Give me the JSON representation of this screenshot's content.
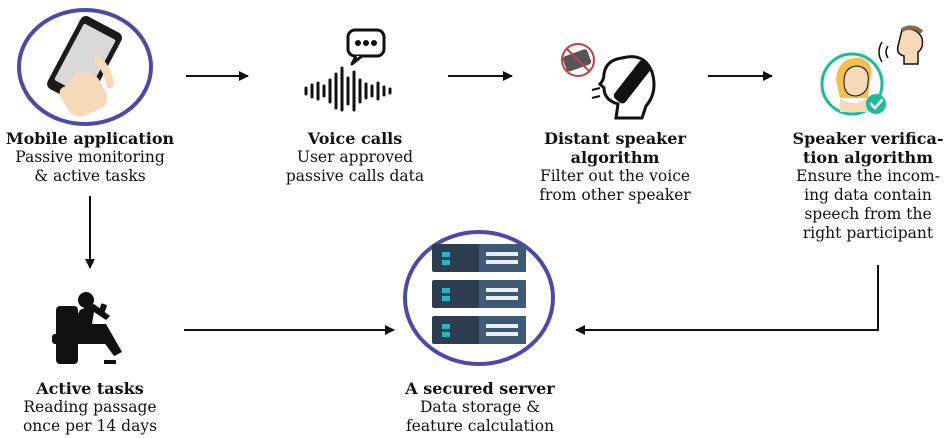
{
  "nodes": {
    "mobile": {
      "title": "Mobile application",
      "desc": "Passive monitoring\n& active tasks",
      "icon": "smartphone-hand-icon"
    },
    "voice": {
      "title": "Voice calls",
      "desc": "User approved\npassive calls data",
      "icon": "voice-waveform-chat-icon"
    },
    "distant": {
      "title": "Distant speaker\nalgorithm",
      "desc": "Filter out the voice\nfrom other speaker",
      "icon": "phone-call-filter-icon"
    },
    "verify": {
      "title": "Speaker verifica-\ntion algorithm",
      "desc": "Ensure the incom-\ning data contain\nspeech from the\nright participant",
      "icon": "speaker-verification-icon"
    },
    "active": {
      "title": "Active tasks",
      "desc": "Reading passage\nonce per 14 days",
      "icon": "person-reading-phone-icon"
    },
    "server": {
      "title": "A secured server",
      "desc": "Data storage &\nfeature calculation",
      "icon": "server-rack-icon"
    }
  },
  "colors": {
    "circle_outline": "#4b4aa8",
    "ink": "#111111",
    "server_dark": "#2d3e50",
    "server_light": "#3f5a73",
    "server_accent": "#27b6c9",
    "check_green": "#1abc9c",
    "skin": "#f6d9b8",
    "hair": "#f3c04a",
    "red": "#d23a3a"
  }
}
